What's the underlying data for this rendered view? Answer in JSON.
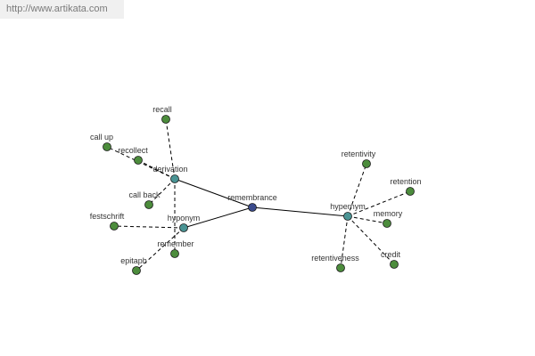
{
  "watermark": "http://www.artikata.com",
  "colors": {
    "center": "#3a4a8c",
    "hub": "#4a9494",
    "leaf": "#4c8c3c",
    "edge": "#000000",
    "label": "#333333"
  },
  "nodes": {
    "remembrance": {
      "label": "remembrance",
      "kind": "center"
    },
    "derivation": {
      "label": "derivation",
      "kind": "hub"
    },
    "hyponym": {
      "label": "hyponym",
      "kind": "hub"
    },
    "hypernym": {
      "label": "hypernym",
      "kind": "hub"
    },
    "recall": {
      "label": "recall",
      "kind": "leaf"
    },
    "call_up": {
      "label": "call up",
      "kind": "leaf"
    },
    "recollect": {
      "label": "recollect",
      "kind": "leaf"
    },
    "call_back": {
      "label": "call back",
      "kind": "leaf"
    },
    "festschrift": {
      "label": "festschrift",
      "kind": "leaf"
    },
    "remember": {
      "label": "remember",
      "kind": "leaf"
    },
    "epitaph": {
      "label": "epitaph",
      "kind": "leaf"
    },
    "retentivity": {
      "label": "retentivity",
      "kind": "leaf"
    },
    "retention": {
      "label": "retention",
      "kind": "leaf"
    },
    "memory": {
      "label": "memory",
      "kind": "leaf"
    },
    "credit": {
      "label": "credit",
      "kind": "leaf"
    },
    "retentiveness": {
      "label": "retentiveness",
      "kind": "leaf"
    }
  },
  "edges": [
    {
      "from": "remembrance",
      "to": "derivation",
      "style": "solid"
    },
    {
      "from": "remembrance",
      "to": "hyponym",
      "style": "solid"
    },
    {
      "from": "remembrance",
      "to": "hypernym",
      "style": "solid"
    },
    {
      "from": "derivation",
      "to": "recall",
      "style": "dashed"
    },
    {
      "from": "derivation",
      "to": "call_up",
      "style": "dashed"
    },
    {
      "from": "derivation",
      "to": "recollect",
      "style": "dashed"
    },
    {
      "from": "derivation",
      "to": "call_back",
      "style": "dashed"
    },
    {
      "from": "derivation",
      "to": "remember",
      "style": "dashed"
    },
    {
      "from": "hyponym",
      "to": "festschrift",
      "style": "dashed"
    },
    {
      "from": "hyponym",
      "to": "epitaph",
      "style": "dashed"
    },
    {
      "from": "hypernym",
      "to": "retentivity",
      "style": "dashed"
    },
    {
      "from": "hypernym",
      "to": "retention",
      "style": "dashed"
    },
    {
      "from": "hypernym",
      "to": "memory",
      "style": "dashed"
    },
    {
      "from": "hypernym",
      "to": "credit",
      "style": "dashed"
    },
    {
      "from": "hypernym",
      "to": "retentiveness",
      "style": "dashed"
    }
  ]
}
